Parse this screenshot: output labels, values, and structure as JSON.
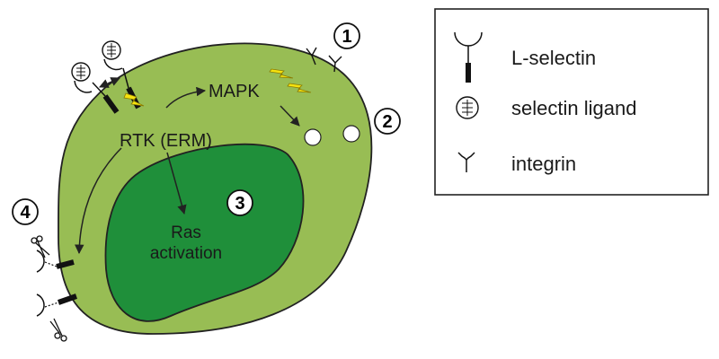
{
  "colors": {
    "cell_light": "#98bd54",
    "cell_dark": "#1f8f3a",
    "outline": "#222222",
    "signal_bolt": "#f5e20f",
    "background": "#ffffff"
  },
  "labels": {
    "rtk": "RTK (ERM)",
    "mapk": "MAPK",
    "ras_line1": "Ras",
    "ras_line2": "activation"
  },
  "steps": {
    "one": "1",
    "two": "2",
    "three": "3",
    "four": "4"
  },
  "legend": {
    "items": [
      {
        "icon": "l-selectin-icon",
        "label": "L-selectin"
      },
      {
        "icon": "selectin-ligand-icon",
        "label": "selectin ligand"
      },
      {
        "icon": "integrin-icon",
        "label": "integrin"
      }
    ]
  }
}
